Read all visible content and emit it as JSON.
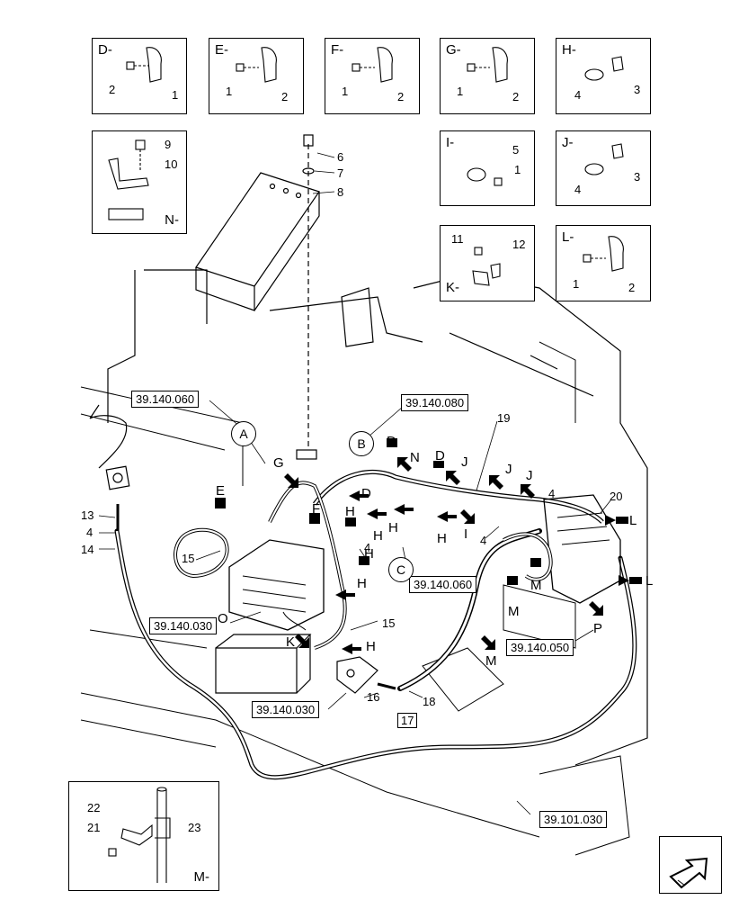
{
  "detail_boxes": {
    "D": {
      "title": "D-",
      "labels": [
        "2",
        "1"
      ]
    },
    "E": {
      "title": "E-",
      "labels": [
        "1",
        "2"
      ]
    },
    "F": {
      "title": "F-",
      "labels": [
        "1",
        "2"
      ]
    },
    "G": {
      "title": "G-",
      "labels": [
        "1",
        "2"
      ]
    },
    "H": {
      "title": "H-",
      "labels": [
        "4",
        "3"
      ]
    },
    "N": {
      "title": "N-",
      "labels": [
        "9",
        "10"
      ]
    },
    "I": {
      "title": "I-",
      "labels": [
        "5",
        "1"
      ]
    },
    "J": {
      "title": "J-",
      "labels": [
        "3",
        "4"
      ]
    },
    "K": {
      "title": "K-",
      "labels": [
        "11",
        "12"
      ]
    },
    "L": {
      "title": "L-",
      "labels": [
        "1",
        "2"
      ]
    },
    "M": {
      "title": "M-",
      "labels": [
        "22",
        "21",
        "23"
      ]
    }
  },
  "part_labels": {
    "p6": "6",
    "p7": "7",
    "p8": "8",
    "p13": "13",
    "p4a": "4",
    "p14": "14",
    "p15a": "15",
    "p15b": "15",
    "p4b": "4",
    "p4c": "4",
    "p4d": "4",
    "p19": "19",
    "p20": "20",
    "p16": "16",
    "p17": "17",
    "p18": "18"
  },
  "reference_codes": {
    "ref_a": "39.140.060",
    "ref_b": "39.140.080",
    "ref_c": "39.140.060",
    "ref_o": "39.140.030",
    "ref_p": "39.140.050",
    "ref_16": "39.140.030",
    "ref_bottom": "39.101.030"
  },
  "callout_circles": {
    "a": "A",
    "b": "B",
    "c": "C"
  },
  "arrow_letters": {
    "d1": "D",
    "n": "N",
    "d2": "D",
    "j1": "J",
    "j2": "J",
    "j3": "J",
    "g": "G",
    "d3": "D",
    "e": "E",
    "f": "F",
    "h1": "H",
    "h2": "H",
    "h3": "H",
    "h4": "H",
    "h5": "H",
    "h6": "H",
    "h7": "H",
    "i": "I",
    "l1": "L",
    "l2": "L",
    "m1": "M",
    "m2": "M",
    "m3": "M",
    "k": "K",
    "o": "O",
    "p": "P"
  }
}
